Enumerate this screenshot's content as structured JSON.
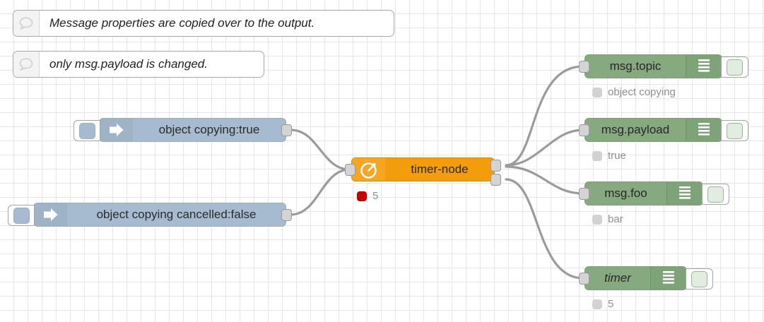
{
  "canvas": {
    "grid_size": 20,
    "background": "#ffffff",
    "grid_color": "#e6e6e6",
    "wire_color": "#9b9b9b"
  },
  "comments": [
    {
      "icon": "comment-bubble-icon",
      "text": "Message properties are copied over to the output."
    },
    {
      "icon": "comment-bubble-icon",
      "text": "only msg.payload is changed."
    }
  ],
  "inject_nodes": [
    {
      "icon": "inject-arrow-icon",
      "label": "object copying:true",
      "color": "#a6bbcf"
    },
    {
      "icon": "inject-arrow-icon",
      "label": "object copying cancelled:false",
      "color": "#a6bbcf"
    }
  ],
  "timer_node": {
    "icon": "stopwatch-icon",
    "label": "timer-node",
    "color": "#f49d0c",
    "inputs": 1,
    "outputs": 2,
    "status": {
      "dot_color": "#c60000",
      "text": "5"
    }
  },
  "debug_nodes": [
    {
      "icon": "debug-lines-icon",
      "label": "msg.topic",
      "italic": false,
      "color": "#87a980",
      "status": {
        "dot_color": "#d2d2d2",
        "text": "object copying"
      }
    },
    {
      "icon": "debug-lines-icon",
      "label": "msg.payload",
      "italic": false,
      "color": "#87a980",
      "status": {
        "dot_color": "#d2d2d2",
        "text": "true"
      }
    },
    {
      "icon": "debug-lines-icon",
      "label": "msg.foo",
      "italic": false,
      "color": "#87a980",
      "status": {
        "dot_color": "#d2d2d2",
        "text": "bar"
      }
    },
    {
      "icon": "debug-lines-icon",
      "label": "timer",
      "italic": true,
      "color": "#87a980",
      "status": {
        "dot_color": "#d2d2d2",
        "text": "5"
      }
    }
  ]
}
